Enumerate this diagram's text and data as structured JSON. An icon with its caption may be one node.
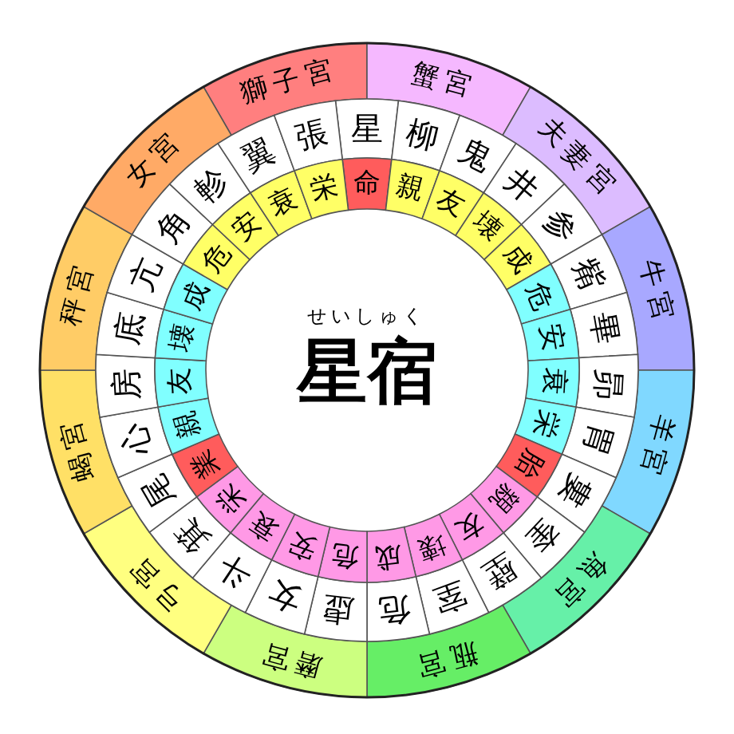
{
  "diagram": {
    "nodes": [
      {
        "text": [
          "獅子宮"
        ]
      },
      {
        "text": [
          "蟹宮"
        ]
      },
      {
        "text": [
          "夫妻宮"
        ]
      },
      {
        "text": [
          "牛宮"
        ]
      },
      {
        "text": [
          "羊宮"
        ]
      },
      {
        "text": [
          "魚宮"
        ]
      },
      {
        "text": [
          "瓶宮"
        ]
      },
      {
        "text": [
          "磨宮"
        ]
      },
      {
        "text": [
          "弓宮"
        ]
      },
      {
        "text": [
          "蝎宮"
        ]
      },
      {
        "text": [
          "秤宮"
        ]
      },
      {
        "text": [
          "女宮"
        ]
      },
      {
        "text": [
          "星"
        ]
      },
      {
        "text": [
          "柳"
        ]
      },
      {
        "text": [
          "鬼"
        ]
      },
      {
        "text": [
          "井"
        ]
      },
      {
        "text": [
          "参"
        ]
      },
      {
        "text": [
          "觜"
        ]
      },
      {
        "text": [
          "畢"
        ]
      },
      {
        "text": [
          "昴"
        ]
      },
      {
        "text": [
          "胃"
        ]
      },
      {
        "text": [
          "婁"
        ]
      },
      {
        "text": [
          "奎"
        ]
      },
      {
        "text": [
          "壁"
        ]
      },
      {
        "text": [
          "室"
        ]
      },
      {
        "text": [
          "危"
        ]
      },
      {
        "text": [
          "虚"
        ]
      },
      {
        "text": [
          "女"
        ]
      },
      {
        "text": [
          "斗"
        ]
      },
      {
        "text": [
          "箕"
        ]
      },
      {
        "text": [
          "尾"
        ]
      },
      {
        "text": [
          "心"
        ]
      },
      {
        "text": [
          "房"
        ]
      },
      {
        "text": [
          "底"
        ]
      },
      {
        "text": [
          "亢"
        ]
      },
      {
        "text": [
          "角"
        ]
      },
      {
        "text": [
          "軫"
        ]
      },
      {
        "text": [
          "翼"
        ]
      },
      {
        "text": [
          "張"
        ]
      },
      {
        "text": [
          "命"
        ]
      },
      {
        "text": [
          "親"
        ]
      },
      {
        "text": [
          "友"
        ]
      },
      {
        "text": [
          "壊"
        ]
      },
      {
        "text": [
          "成"
        ]
      },
      {
        "text": [
          "危"
        ]
      },
      {
        "text": [
          "安"
        ]
      },
      {
        "text": [
          "衰"
        ]
      },
      {
        "text": [
          "栄"
        ]
      },
      {
        "text": [
          "胎"
        ]
      },
      {
        "text": [
          "親"
        ]
      },
      {
        "text": [
          "友"
        ]
      },
      {
        "text": [
          "壊"
        ]
      },
      {
        "text": [
          "成"
        ]
      },
      {
        "text": [
          "危"
        ]
      },
      {
        "text": [
          "安"
        ]
      },
      {
        "text": [
          "衰"
        ]
      },
      {
        "text": [
          "栄"
        ]
      },
      {
        "text": [
          "業"
        ]
      },
      {
        "text": [
          "親"
        ]
      },
      {
        "text": [
          "友"
        ]
      },
      {
        "text": [
          "壊"
        ]
      },
      {
        "text": [
          "成"
        ]
      },
      {
        "text": [
          "危"
        ]
      },
      {
        "text": [
          "安"
        ]
      },
      {
        "text": [
          "衰"
        ]
      },
      {
        "text": [
          "栄"
        ]
      },
      {
        "text": [
          "せいしゅく",
          "星宿"
        ]
      }
    ]
  }
}
